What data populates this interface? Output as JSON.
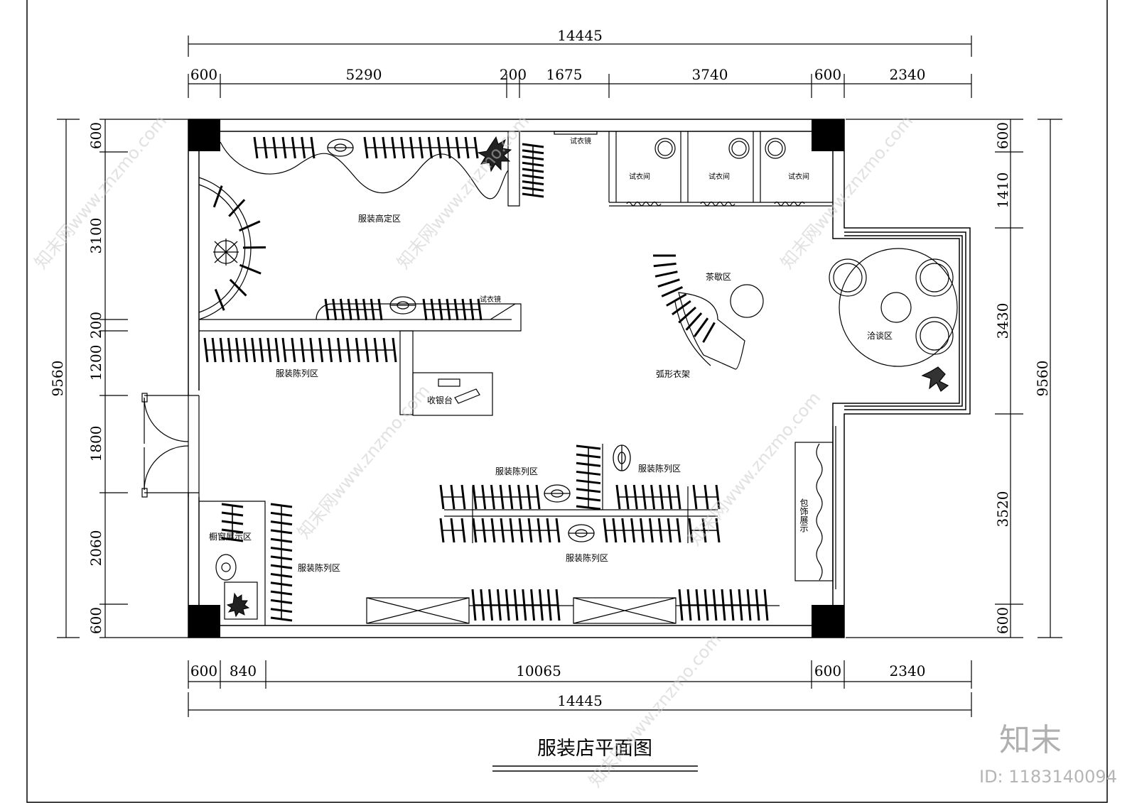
{
  "title": "服装店平面图",
  "dimensions": {
    "top_total": "14445",
    "top_segments": [
      "600",
      "5290",
      "200",
      "1675",
      "3740",
      "600",
      "2340"
    ],
    "bottom_segments": [
      "600",
      "840",
      "10065",
      "600",
      "2340"
    ],
    "bottom_total": "14445",
    "left_total": "9560",
    "left_segments": [
      "600",
      "3100",
      "200",
      "1200",
      "1800",
      "2060",
      "600"
    ],
    "right_total": "9560",
    "right_segments": [
      "600",
      "1410",
      "3430",
      "3520",
      "600"
    ]
  },
  "zones": {
    "custom": "服装高定区",
    "tea": "茶歇区",
    "negotiation": "洽谈区",
    "display_left": "服装陈列区",
    "display_center_left": "服装陈列区",
    "display_center_right": "服装陈列区",
    "display_center_bottom": "服装陈列区",
    "display_lower_left": "服装陈列区",
    "window_display": "橱窗展示区",
    "cashier": "收银台",
    "arc_rack": "弧形衣架",
    "bag_display": "包饰展示",
    "mirror_top": "试衣镜",
    "mirror_mid": "试衣镜",
    "fitting_1": "试衣间",
    "fitting_2": "试衣间",
    "fitting_3": "试衣间"
  },
  "watermark": {
    "text": "知末网www.znzmo.com",
    "brand": "知末",
    "id": "ID: 1183140094"
  }
}
